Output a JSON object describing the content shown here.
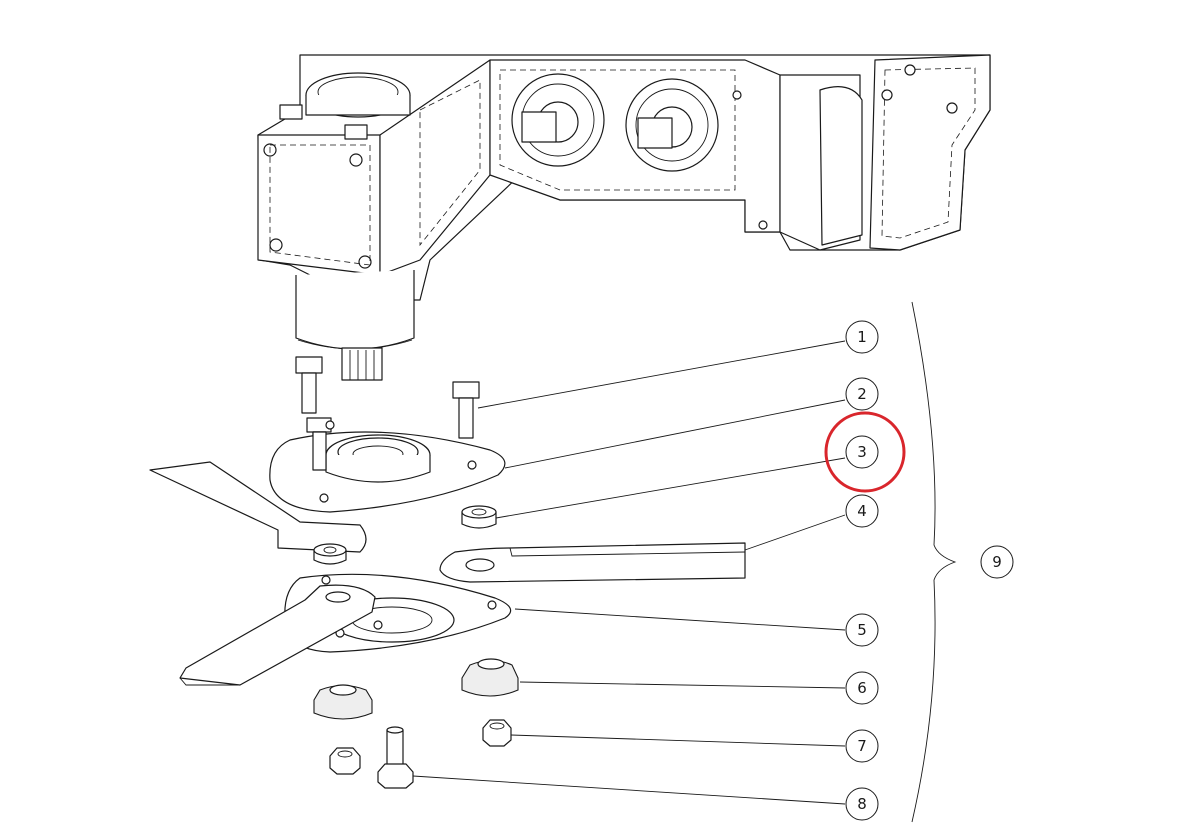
{
  "callouts": [
    {
      "label": "1"
    },
    {
      "label": "2"
    },
    {
      "label": "3"
    },
    {
      "label": "4"
    },
    {
      "label": "5"
    },
    {
      "label": "6"
    },
    {
      "label": "7"
    },
    {
      "label": "8"
    },
    {
      "label": "9"
    }
  ],
  "highlighted_callout": "3",
  "highlight_color": "#d9262c"
}
